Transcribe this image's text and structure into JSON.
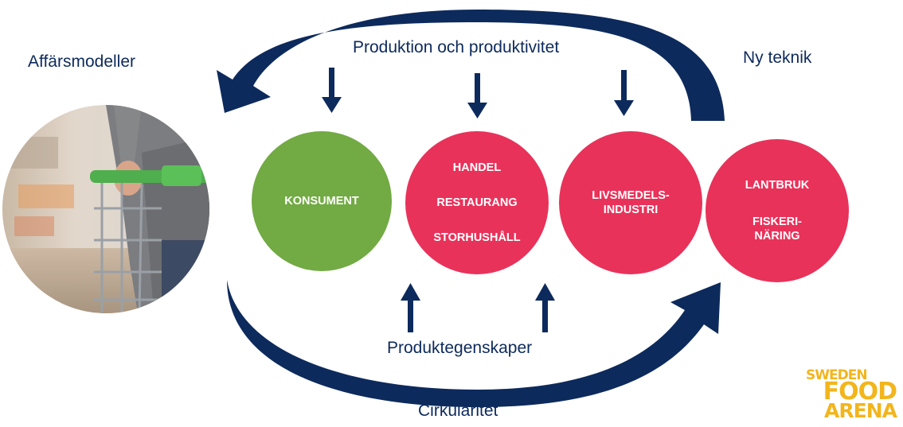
{
  "labels": {
    "affarsmodeller": "Affärsmodeller",
    "produktion": "Produktion och produktivitet",
    "ny_teknik": "Ny teknik",
    "produktegenskaper": "Produktegenskaper",
    "cirkularitet": "Cirkuläritet"
  },
  "circles": {
    "konsument": "KONSUMENT",
    "handel": [
      "HANDEL",
      "RESTAURANG",
      "STORHUSHÅLL"
    ],
    "livsmedel": [
      "LIVSMEDELS-",
      "INDUSTRI"
    ],
    "lantbruk": [
      "LANTBRUK",
      "FISKERI-",
      "NÄRING"
    ]
  },
  "logo": {
    "line1": "SWEDEN",
    "line2": "FOOD",
    "line3": "ARENA",
    "color": "#f2b51c"
  },
  "colors": {
    "navy": "#0d2a5c",
    "green": "#72aa43",
    "red": "#e8325a"
  },
  "icons": {
    "photo": "shopping-cart-photo",
    "arrows": "curved-and-straight-arrows"
  }
}
